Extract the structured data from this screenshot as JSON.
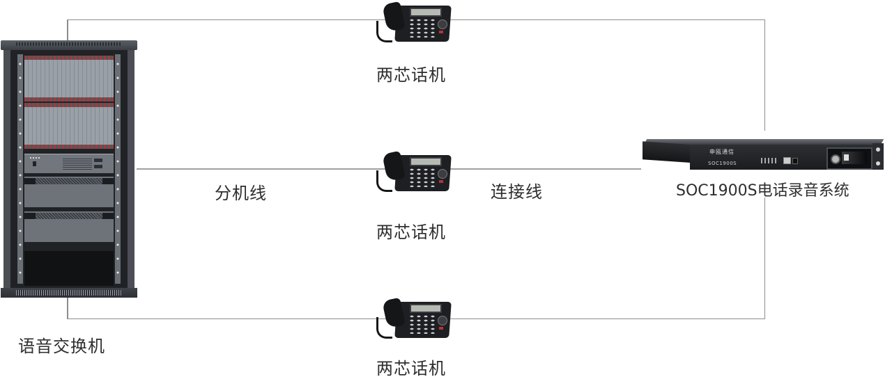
{
  "diagram": {
    "title": "",
    "colors": {
      "line": "#8c8c8c",
      "text": "#2e2e2e",
      "background": "#ffffff"
    },
    "nodes": {
      "switch": {
        "label": "语音交换机",
        "icon": "equipment-rack-icon"
      },
      "phone_top": {
        "label": "两芯话机",
        "icon": "desk-telephone-icon"
      },
      "phone_middle": {
        "label": "两芯话机",
        "icon": "desk-telephone-icon"
      },
      "phone_bottom": {
        "label": "两芯话机",
        "icon": "desk-telephone-icon"
      },
      "recorder": {
        "label": "SOC1900S电话录音系统",
        "icon": "rack-recorder-icon",
        "panel_brand": "申瓯通信",
        "panel_model": "SOC1900S"
      }
    },
    "edges": [
      {
        "from": "switch",
        "to": "phone_top",
        "label": ""
      },
      {
        "from": "phone_top",
        "to": "recorder",
        "label": ""
      },
      {
        "from": "switch",
        "to": "phone_middle",
        "label": "分机线"
      },
      {
        "from": "phone_middle",
        "to": "recorder",
        "label": "连接线"
      },
      {
        "from": "switch",
        "to": "phone_bottom",
        "label": ""
      },
      {
        "from": "phone_bottom",
        "to": "recorder",
        "label": ""
      }
    ],
    "edge_labels": {
      "extension_line": "分机线",
      "connection_line": "连接线"
    }
  }
}
